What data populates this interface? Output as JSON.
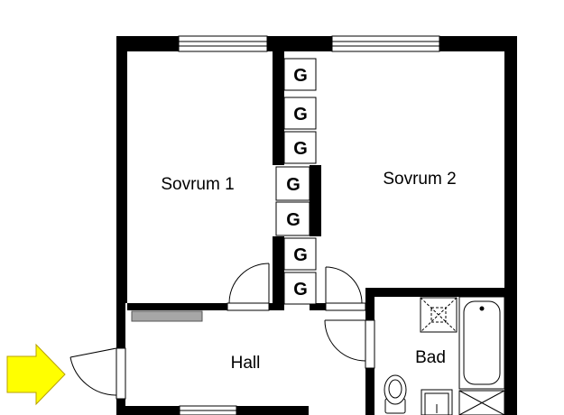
{
  "rooms": {
    "bedroom1": "Sovrum 1",
    "bedroom2": "Sovrum 2",
    "hall": "Hall",
    "bathroom": "Bad"
  },
  "wardrobes": [
    "G",
    "G",
    "G",
    "G",
    "G",
    "G",
    "G"
  ],
  "colors": {
    "wall": "#000000",
    "entrance_arrow": "#ffff00",
    "radiator": "#a6a6a6"
  }
}
